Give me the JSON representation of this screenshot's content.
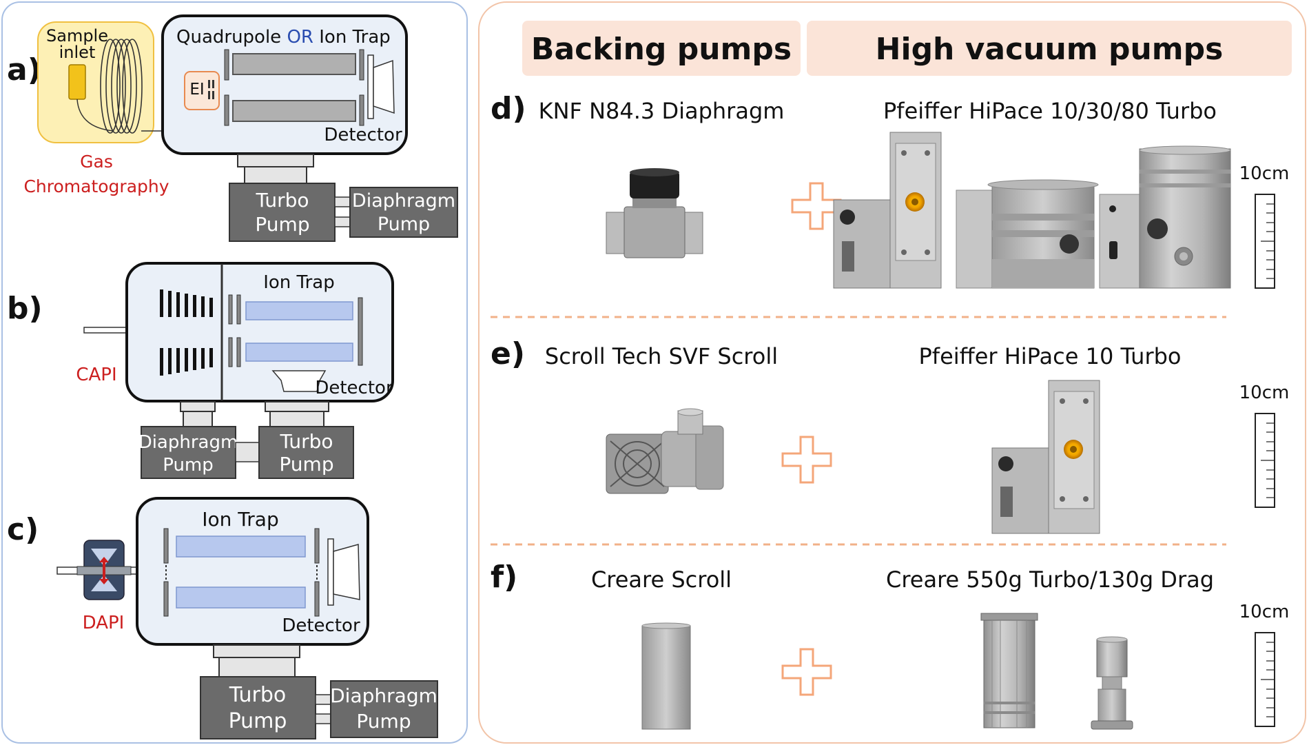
{
  "left_panel": {
    "panel_a": {
      "letter": "a)",
      "sample_label_1": "Sample",
      "sample_label_2": "inlet",
      "title_part1": "Quadrupole ",
      "title_or": "OR",
      "title_part2": " Ion Trap",
      "ei": "EI",
      "detector": "Detector",
      "gc_line1": "Gas",
      "gc_line2": "Chromatography",
      "turbo_1": "Turbo",
      "turbo_2": "Pump",
      "diaphragm_1": "Diaphragm",
      "diaphragm_2": "Pump"
    },
    "panel_b": {
      "letter": "b)",
      "ion_trap": "Ion Trap",
      "detector": "Detector",
      "capi": "CAPI",
      "diaphragm_1": "Diaphragm",
      "diaphragm_2": "Pump",
      "turbo_1": "Turbo",
      "turbo_2": "Pump"
    },
    "panel_c": {
      "letter": "c)",
      "ion_trap": "Ion Trap",
      "detector": "Detector",
      "dapi": "DAPI",
      "turbo_1": "Turbo",
      "turbo_2": "Pump",
      "diaphragm_1": "Diaphragm",
      "diaphragm_2": "Pump"
    }
  },
  "right_panel": {
    "header_backing": "Backing pumps",
    "header_high_vacuum": "High vacuum pumps",
    "row_d": {
      "letter": "d)",
      "backing": "KNF N84.3 Diaphragm",
      "high_vacuum": "Pfeiffer HiPace 10/30/80 Turbo",
      "scale": "10cm"
    },
    "row_e": {
      "letter": "e)",
      "backing": "Scroll Tech SVF Scroll",
      "high_vacuum": "Pfeiffer HiPace 10 Turbo",
      "scale": "10cm"
    },
    "row_f": {
      "letter": "f)",
      "backing": "Creare Scroll",
      "high_vacuum": "Creare 550g Turbo/130g Drag",
      "scale": "10cm"
    }
  },
  "colors": {
    "chamber_fill": "#eaf0f8",
    "pump_fill": "#6b6b6b",
    "gc_fill": "#fdf0b5",
    "accent_red": "#cc1f1f",
    "accent_blue": "#2a4db0",
    "rod_blue": "#b7c8ee",
    "header_fill": "#fbe4d8",
    "plus_orange": "#f4a679"
  }
}
